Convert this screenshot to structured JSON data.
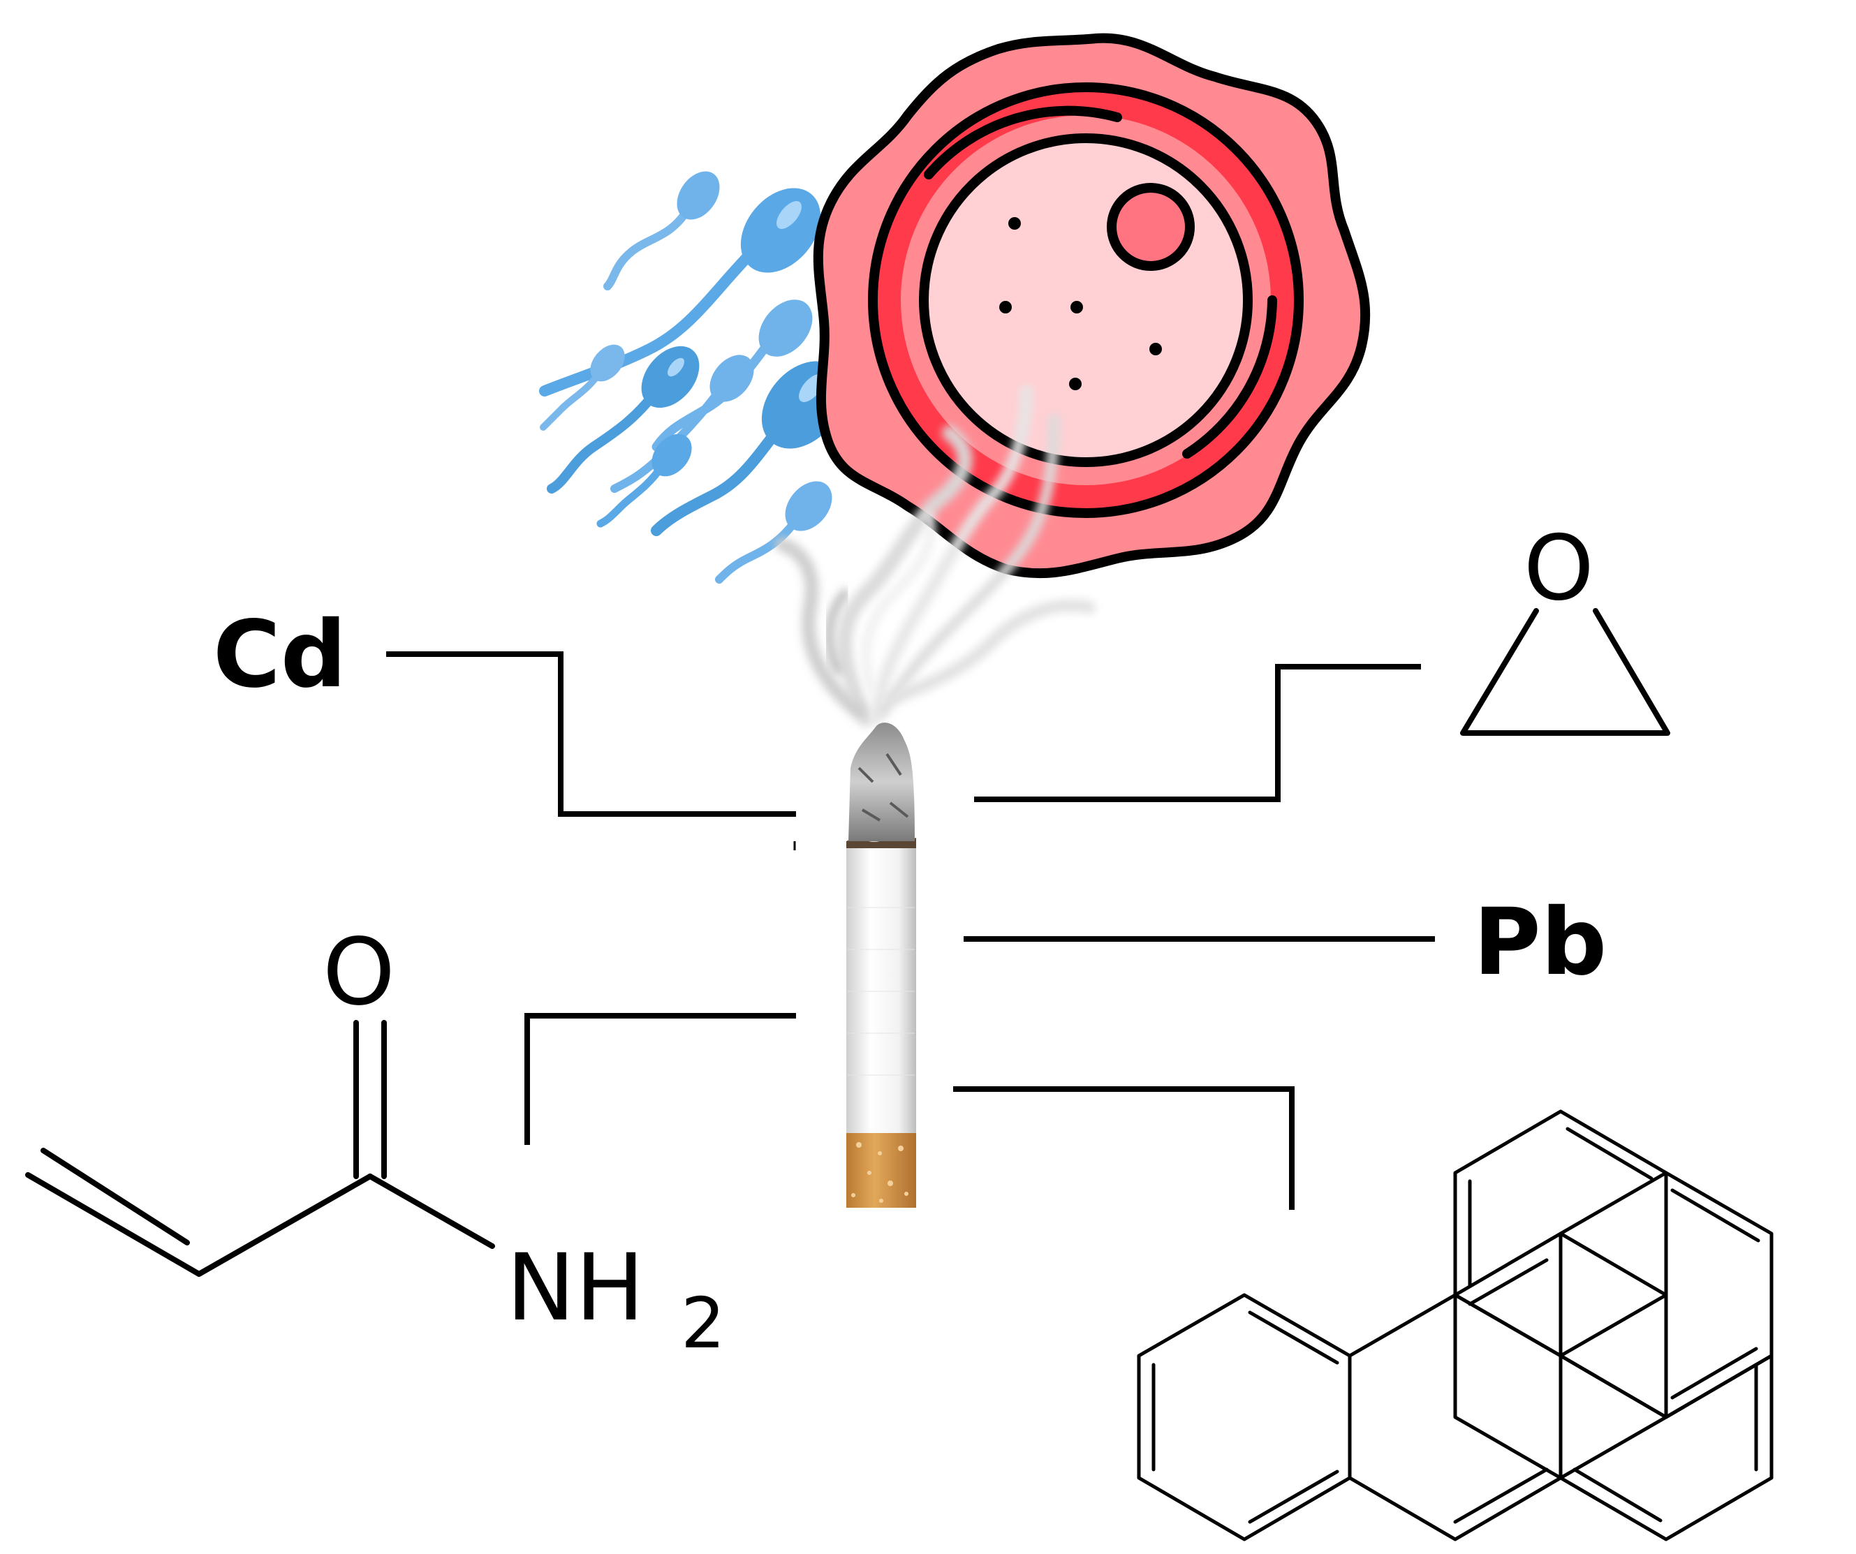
{
  "labels": {
    "cadmium": "Cd",
    "lead": "Pb",
    "epoxide_oxygen": "O",
    "carbonyl_oxygen": "O",
    "amine_n": "NH",
    "amine_subscript": "2"
  },
  "icons": {
    "egg": "egg-cell-icon",
    "sperm": "sperm-cells-icon",
    "cigarette": "burning-cigarette-icon",
    "smoke": "smoke-icon",
    "ethylene_oxide": "ethylene-oxide-structure",
    "acrylamide": "acrylamide-structure",
    "benzopyrene": "benzo-a-pyrene-structure"
  },
  "colors": {
    "sperm": "#5aa9e6",
    "sperm_dark": "#3d8fd1",
    "egg_outer": "#ff8a92",
    "egg_ring": "#ff3a4a",
    "egg_inner": "#ffd0d4",
    "nucleus": "#ff7480",
    "filter": "#d89a4b",
    "stroke": "#000000"
  }
}
